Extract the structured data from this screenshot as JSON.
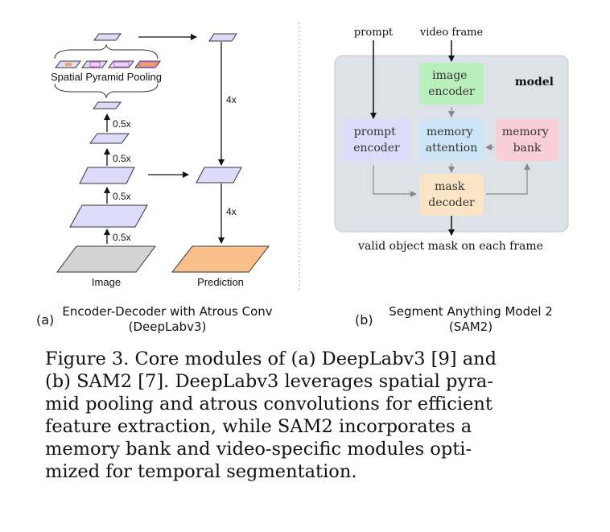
{
  "left_diagram": {
    "spp_label": "Spatial Pyramid Pooling",
    "scale_labels": [
      "0.5x",
      "0.5x",
      "0.5x"
    ],
    "upsample_labels": [
      "4x",
      "4x"
    ],
    "input_label": "Image",
    "output_label": "Prediction",
    "caption_letter": "(a)",
    "caption_line1": "Encoder-Decoder with Atrous Conv",
    "caption_line2": "(DeepLabv3)",
    "colors": {
      "feature": "#dcdcfa",
      "input": "#d3d3d3",
      "output": "#f9c08b",
      "spp_colors": [
        "#f0a060",
        "#e060e0",
        "#d070e0",
        "#f0a060"
      ]
    }
  },
  "right_diagram": {
    "input_prompt": "prompt",
    "input_video": "video frame",
    "model_label": "model",
    "image_encoder": "image\nencoder",
    "prompt_encoder": "prompt\nencoder",
    "memory_attention": "memory\nattention",
    "memory_bank": "memory\nbank",
    "mask_decoder": "mask\ndecoder",
    "output_label": "valid object mask on each frame",
    "caption_letter": "(b)",
    "caption_line1": "Segment Anything Model 2",
    "caption_line2": "(SAM2)",
    "colors": {
      "model_bg": "#dde1e8",
      "image_encoder": "#b9efbb",
      "prompt_encoder": "#dcdcfa",
      "memory_attention": "#cde6f7",
      "memory_bank": "#f8cfd6",
      "mask_decoder": "#fbe3c6"
    }
  },
  "caption": {
    "lines": [
      "Figure 3. Core modules of (a) DeepLabv3 [9] and",
      "(b) SAM2 [7]. DeepLabv3 leverages spatial pyra-",
      "mid pooling and atrous convolutions for efficient",
      "feature extraction, while SAM2 incorporates a",
      "memory bank and video-specific modules opti-",
      "mized for temporal segmentation."
    ]
  }
}
